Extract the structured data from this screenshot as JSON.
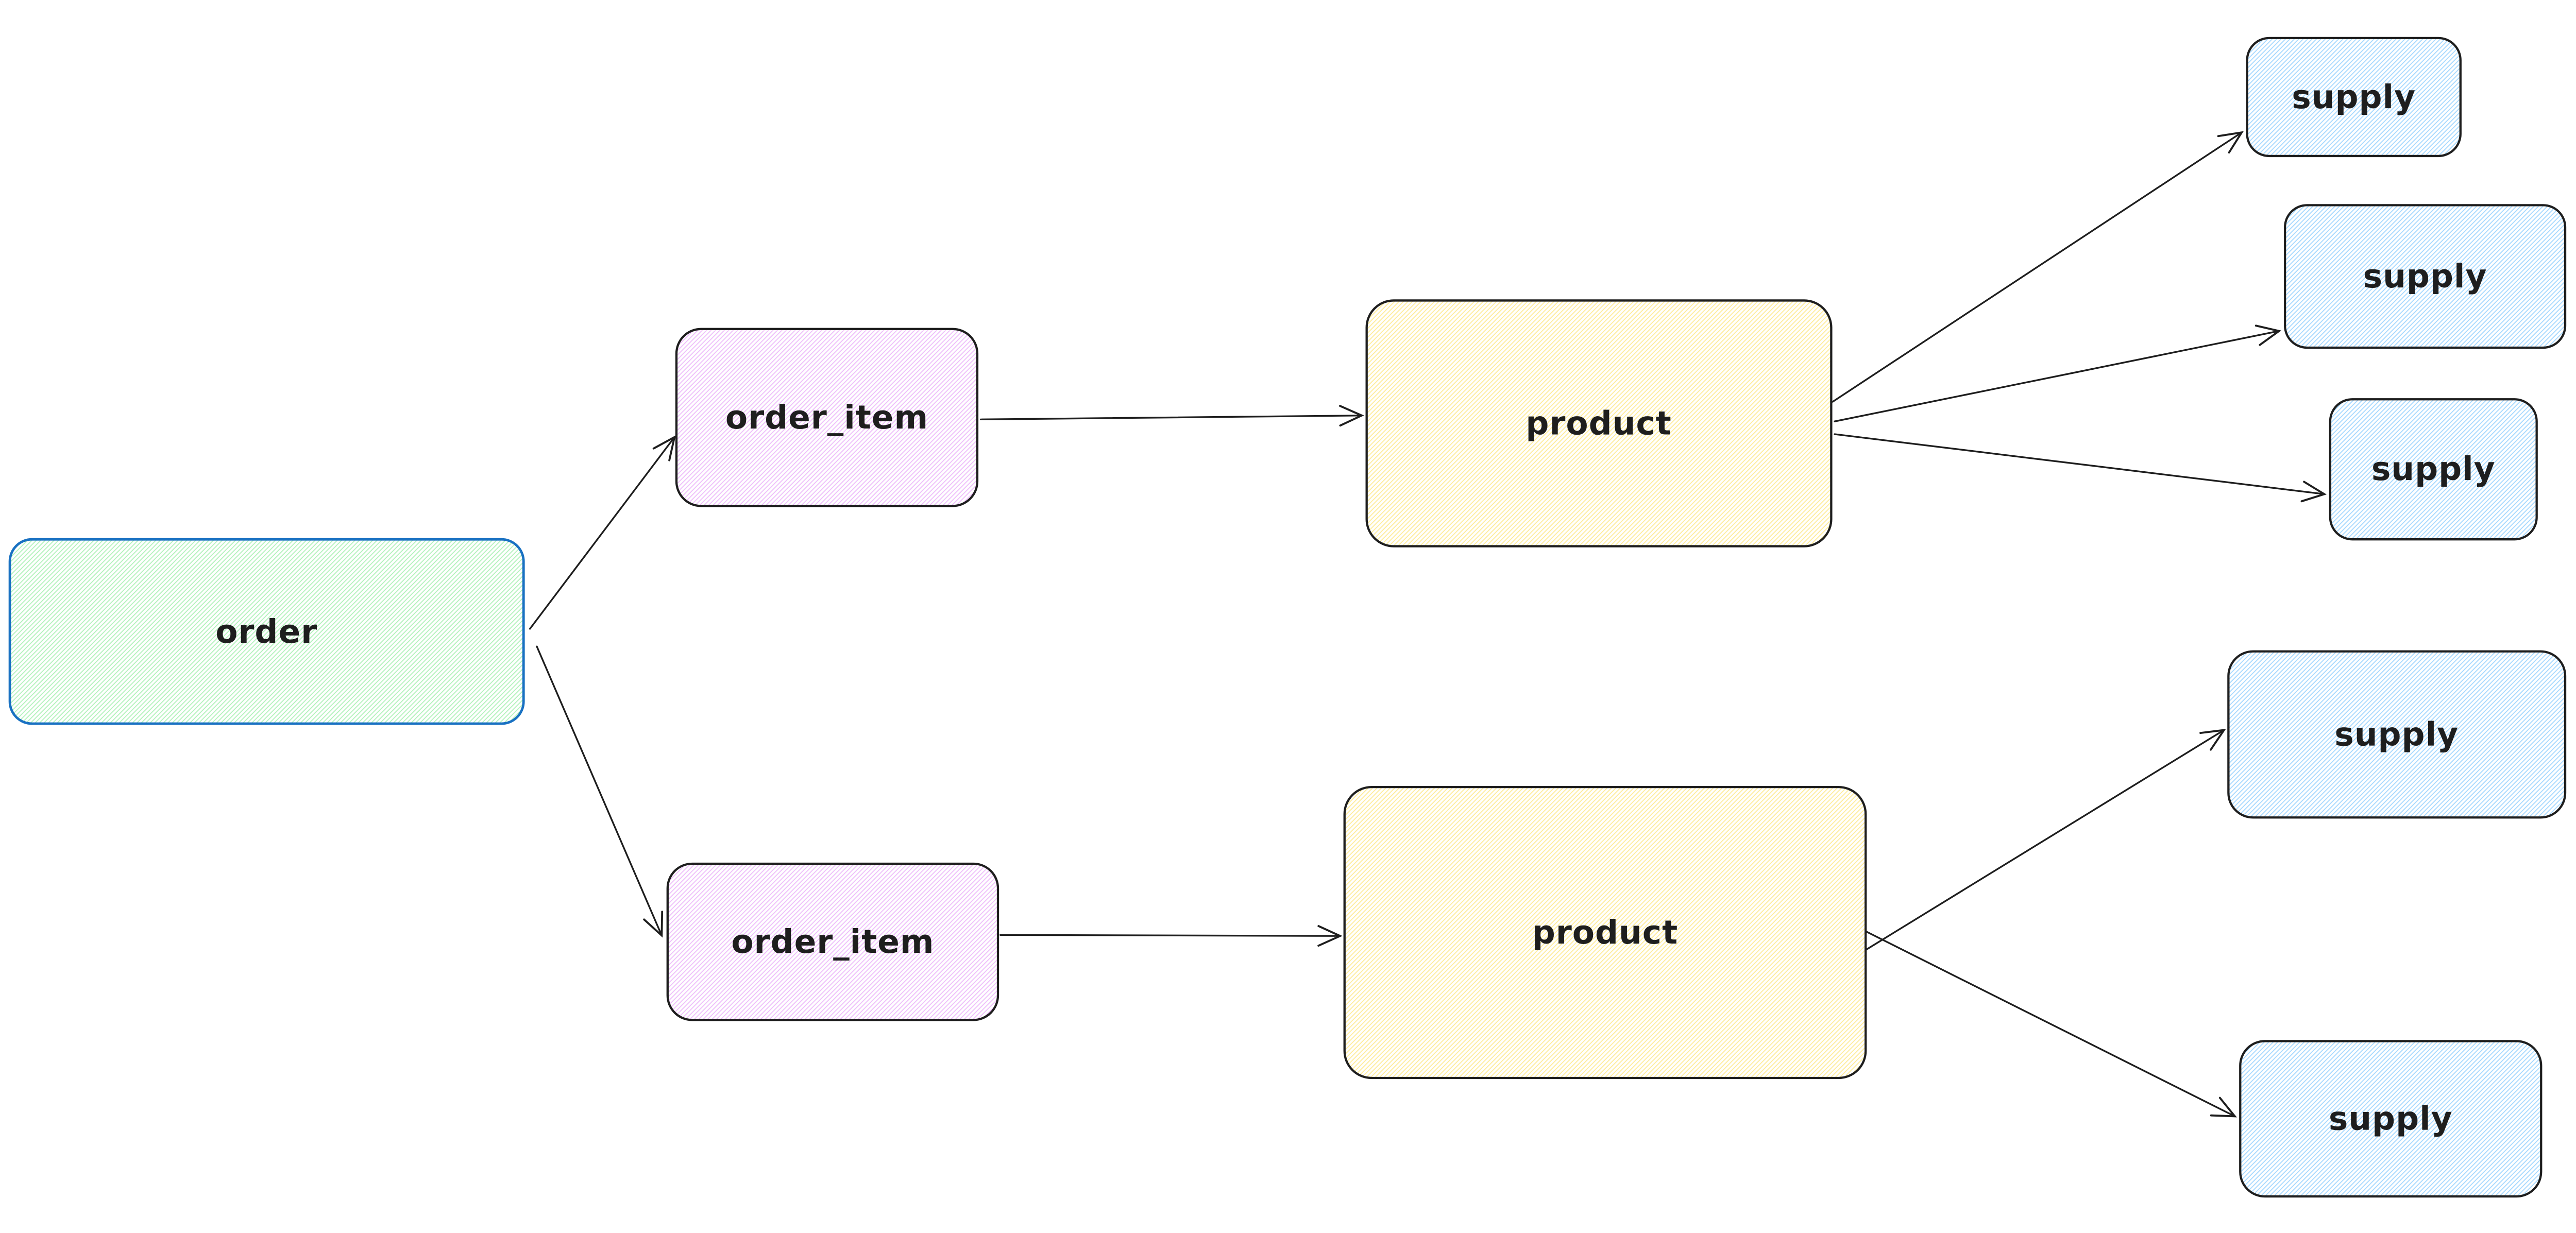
{
  "diagram": {
    "kind": "entity-relationship-flow",
    "background": "#ffffff",
    "arrow_color": "#1e1e1e",
    "palette": {
      "green_fill": "#b2f2bb",
      "violet_fill": "#eebefa",
      "yellow_fill": "#ffec99",
      "blue_fill": "#a5d8ff",
      "dark_stroke": "#1e1e1e",
      "blue_stroke": "#1971c2",
      "text_color": "#1e1e1e"
    },
    "nodes": [
      {
        "id": "order",
        "label": "order",
        "fill": "#b2f2bb",
        "stroke": "#1971c2"
      },
      {
        "id": "order-item-1",
        "label": "order_item",
        "fill": "#eebefa",
        "stroke": "#1e1e1e"
      },
      {
        "id": "order-item-2",
        "label": "order_item",
        "fill": "#eebefa",
        "stroke": "#1e1e1e"
      },
      {
        "id": "product-1",
        "label": "product",
        "fill": "#ffec99",
        "stroke": "#1e1e1e"
      },
      {
        "id": "product-2",
        "label": "product",
        "fill": "#ffec99",
        "stroke": "#1e1e1e"
      },
      {
        "id": "supply-1",
        "label": "supply",
        "fill": "#a5d8ff",
        "stroke": "#1e1e1e"
      },
      {
        "id": "supply-2",
        "label": "supply",
        "fill": "#a5d8ff",
        "stroke": "#1e1e1e"
      },
      {
        "id": "supply-3",
        "label": "supply",
        "fill": "#a5d8ff",
        "stroke": "#1e1e1e"
      },
      {
        "id": "supply-4",
        "label": "supply",
        "fill": "#a5d8ff",
        "stroke": "#1e1e1e"
      },
      {
        "id": "supply-5",
        "label": "supply",
        "fill": "#a5d8ff",
        "stroke": "#1e1e1e"
      }
    ],
    "edges": [
      {
        "from": "order",
        "to": "order-item-1"
      },
      {
        "from": "order",
        "to": "order-item-2"
      },
      {
        "from": "order-item-1",
        "to": "product-1"
      },
      {
        "from": "order-item-2",
        "to": "product-2"
      },
      {
        "from": "product-1",
        "to": "supply-1"
      },
      {
        "from": "product-1",
        "to": "supply-2"
      },
      {
        "from": "product-1",
        "to": "supply-3"
      },
      {
        "from": "product-2",
        "to": "supply-4"
      },
      {
        "from": "product-2",
        "to": "supply-5"
      }
    ]
  }
}
